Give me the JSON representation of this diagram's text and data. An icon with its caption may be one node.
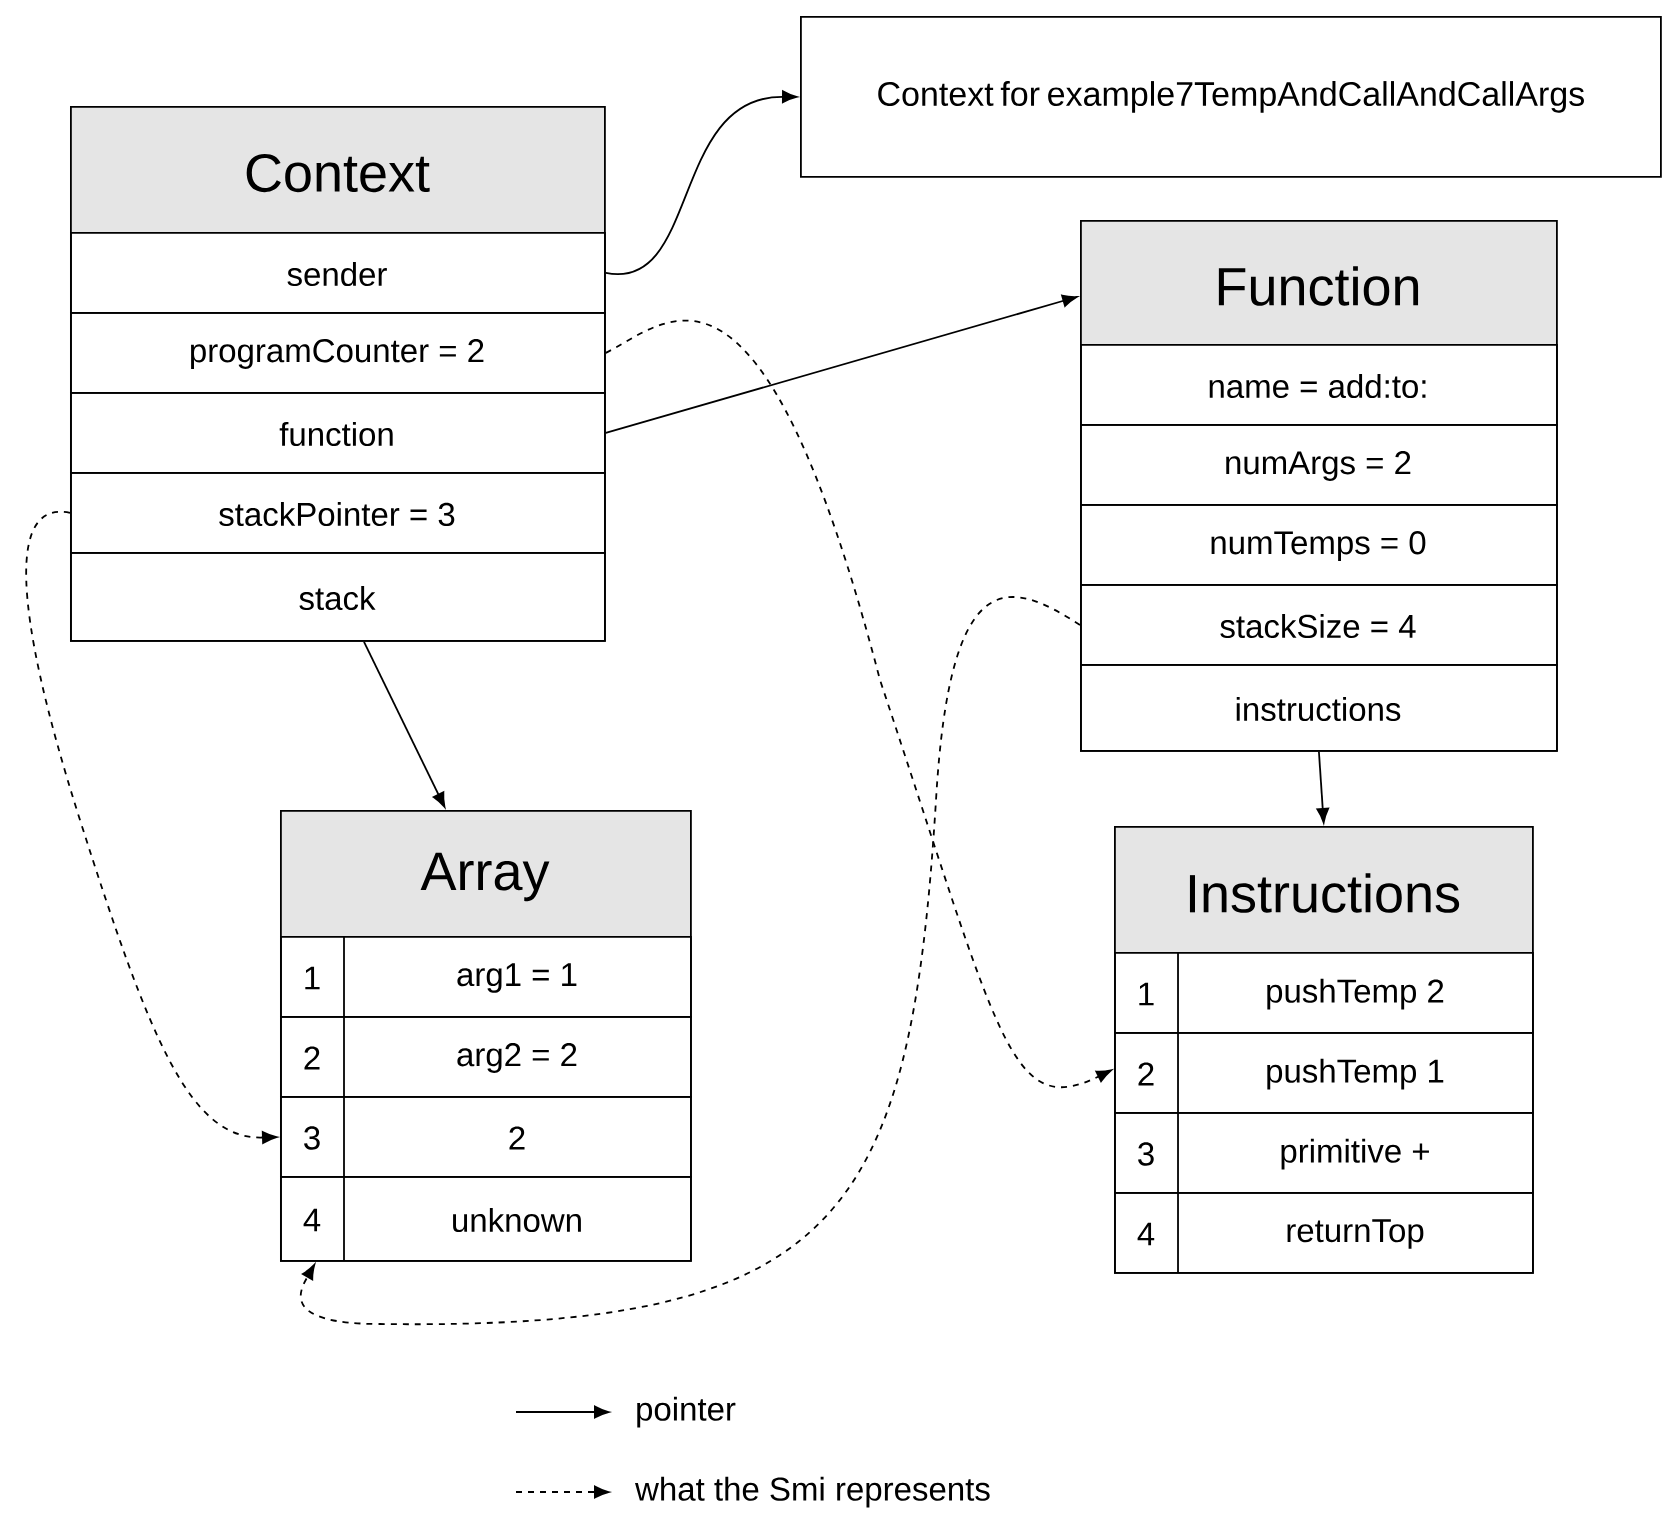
{
  "diagram": {
    "nodes": [
      {
        "text": [
          "Context"
        ]
      },
      {
        "text": [
          "sender"
        ],
        "in": 0
      },
      {
        "text": [
          "programCounter =  2"
        ],
        "in": 0
      },
      {
        "text": [
          "function"
        ],
        "in": 0
      },
      {
        "text": [
          "stackPointer = 3"
        ],
        "in": 0
      },
      {
        "text": [
          "stack"
        ],
        "in": 0
      },
      {
        "text": [
          "Context for example7TempAndCallAndCallArgs"
        ]
      },
      {
        "text": [
          "Function"
        ]
      },
      {
        "text": [
          "name = add:to:"
        ],
        "in": 7
      },
      {
        "text": [
          "numArgs = 2"
        ],
        "in": 7
      },
      {
        "text": [
          "numTemps = 0"
        ],
        "in": 7
      },
      {
        "text": [
          "stackSize = 4"
        ],
        "in": 7
      },
      {
        "text": [
          "instructions"
        ],
        "in": 7
      },
      {
        "text": [
          "Array"
        ]
      },
      {
        "text": [
          "1",
          "arg1 = 1"
        ],
        "in": 13
      },
      {
        "text": [
          "2",
          "arg2 = 2"
        ],
        "in": 13
      },
      {
        "text": [
          "3",
          "2"
        ],
        "in": 13
      },
      {
        "text": [
          "4",
          "unknown"
        ],
        "in": 13
      },
      {
        "text": [
          "Instructions"
        ]
      },
      {
        "text": [
          "1",
          "pushTemp 2"
        ],
        "in": 18
      },
      {
        "text": [
          "2",
          "pushTemp 1"
        ],
        "in": 18
      },
      {
        "text": [
          "3",
          "primitive +"
        ],
        "in": 18
      },
      {
        "text": [
          "4",
          "returnTop"
        ],
        "in": 18
      }
    ],
    "edges": [
      {
        "from": 1,
        "to": 6,
        "arrow": "to"
      },
      {
        "from": 2,
        "to": 20,
        "arrow": "to",
        "style": "dashed"
      },
      {
        "from": 3,
        "to": 7,
        "arrow": "to"
      },
      {
        "from": 4,
        "to": 16,
        "arrow": "to",
        "style": "dashed"
      },
      {
        "from": 5,
        "to": 13,
        "arrow": "to"
      },
      {
        "from": 11,
        "to": 17,
        "arrow": "to",
        "style": "dashed"
      },
      {
        "from": 12,
        "to": 18,
        "arrow": "to"
      }
    ],
    "legend": [
      {
        "text": "pointer"
      },
      {
        "text": "what the Smi represents"
      }
    ]
  }
}
